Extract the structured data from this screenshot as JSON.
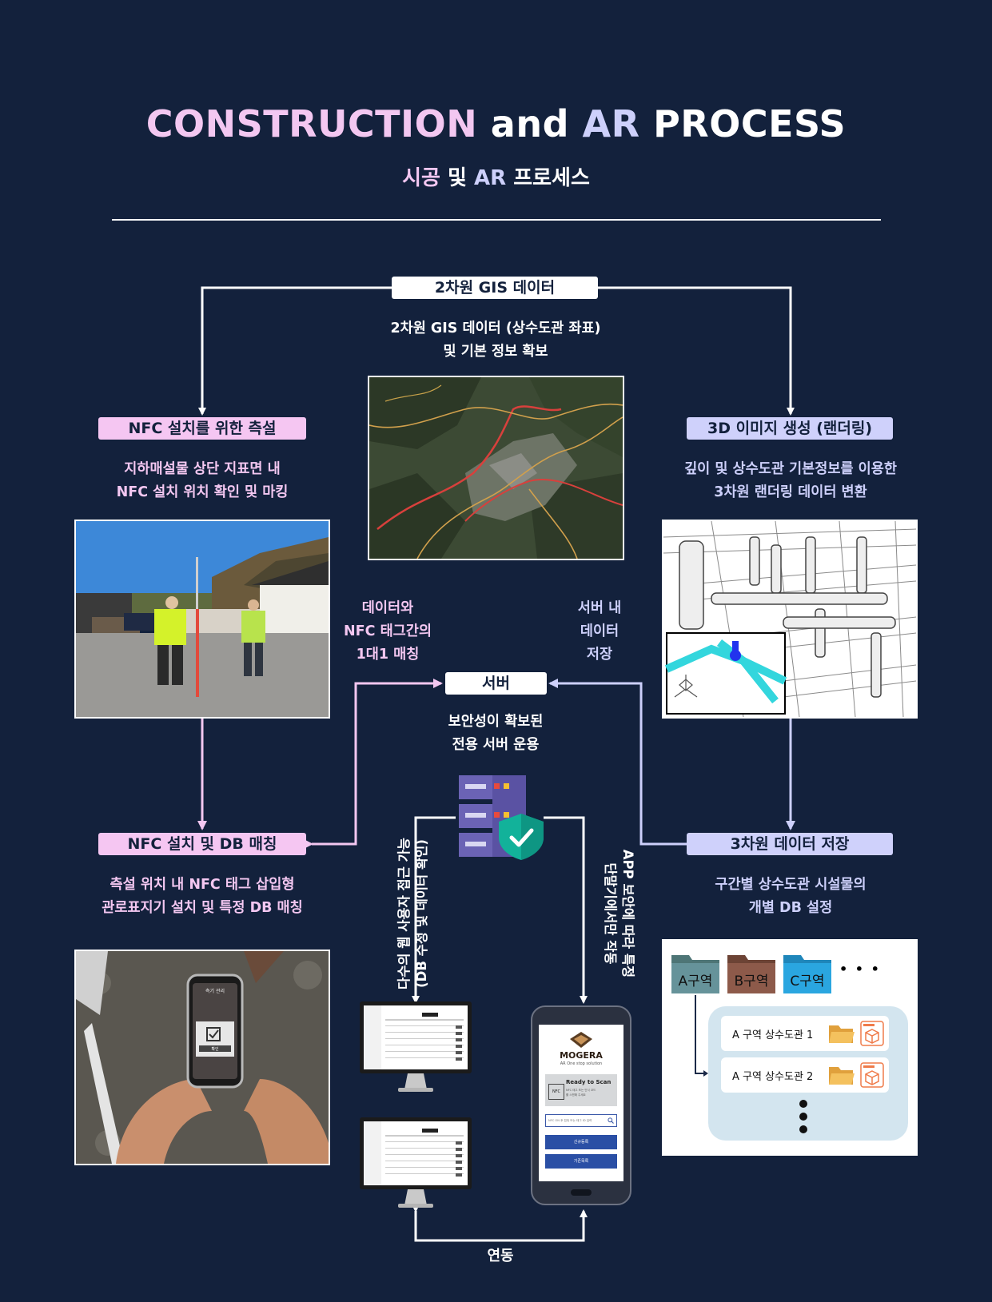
{
  "title": {
    "part1": "CONSTRUCTION",
    "part2": " and ",
    "part3": "AR",
    "part4": " PROCESS"
  },
  "subtitle": {
    "part1": "시공",
    "part2": " 및 ",
    "part3": "AR",
    "part4": " 프로세스"
  },
  "nodes": {
    "gis": {
      "label": "2차원 GIS 데이터",
      "desc_line1": "2차원 GIS 데이터 (상수도관 좌표)",
      "desc_line2": "및 기본 정보 확보"
    },
    "nfc_measure": {
      "label": "NFC 설치를 위한 측설",
      "desc_line1": "지하매설물 상단 지표면 내",
      "desc_line2": "NFC 설치 위치 확인 및 마킹"
    },
    "render3d": {
      "label": "3D 이미지 생성 (랜더링)",
      "desc_line1": "깊이 및 상수도관 기본정보를 이용한",
      "desc_line2": "3차원 랜더링 데이터 변환"
    },
    "server": {
      "label": "서버",
      "desc_line1": "보안성이 확보된",
      "desc_line2": "전용 서버 운용"
    },
    "nfc_install": {
      "label": "NFC 설치 및 DB 매칭",
      "desc_line1": "측설 위치 내 NFC 태그 삽입형",
      "desc_line2": "관로표지기 설치 및 특정 DB 매칭"
    },
    "store3d": {
      "label": "3차원 데이터 저장",
      "desc_line1": "구간별 상수도관 시설물의",
      "desc_line2": "개별 DB 설정"
    }
  },
  "edge_labels": {
    "matching": [
      "데이터와",
      "NFC 태그간의",
      "1대1 매칭"
    ],
    "storage": [
      "서버 내",
      "데이터",
      "저장"
    ],
    "web": [
      "다수의 웹 사용자 접근 가능",
      "(DB 수정 및 데이터 확인)"
    ],
    "app": [
      "APP 보안에 따라 특정",
      "단말기에서만 작동"
    ],
    "link": "연동"
  },
  "db_panel": {
    "folders": [
      {
        "label": "A구역",
        "color": "#5f8a8b"
      },
      {
        "label": "B구역",
        "color": "#8d5a4a"
      },
      {
        "label": "C구역",
        "color": "#2aa6e0"
      }
    ],
    "more": "• • •",
    "items": [
      "A 구역 상수도관 1",
      "A 구역 상수도관 2"
    ]
  },
  "phone_app": {
    "brand": "MOGERA",
    "tagline": "AR One stop solution",
    "scan_title": "Ready to Scan",
    "scan_sub1": "NFC 태그 또는 인식 코드",
    "scan_sub2": "를 스캔해 주세요",
    "nfc_badge": "NFC",
    "search_placeholder": "NFC ON 후 접촉 또는 태그 ID 입력",
    "btn1": "신규등록",
    "btn2": "기존목록"
  },
  "phone_photo_ui": {
    "header": "측기 관리",
    "btn": "확인"
  },
  "colors": {
    "background": "#13213c",
    "pink": "#f3c7f1",
    "lavender": "#cdd0fb",
    "white": "#ffffff"
  }
}
